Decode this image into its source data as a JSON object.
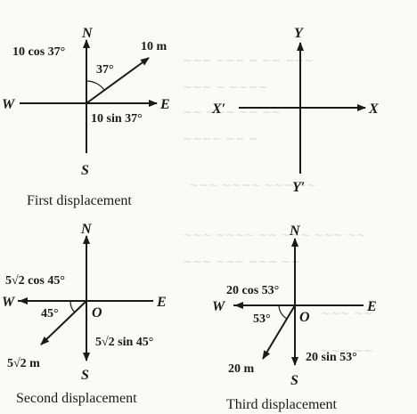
{
  "panels": {
    "first": {
      "caption": "First displacement",
      "north": "N",
      "south": "S",
      "east": "E",
      "west": "W",
      "vector_label": "10 m",
      "angle_label": "37°",
      "north_component": "10 cos 37°",
      "east_component": "10 sin 37°"
    },
    "axes": {
      "y_pos": "Y",
      "y_neg": "Y′",
      "x_pos": "X",
      "x_neg": "X′"
    },
    "second": {
      "caption": "Second displacement",
      "north": "N",
      "south": "S",
      "east": "E",
      "west": "W",
      "origin": "O",
      "angle_label": "45°",
      "west_component": "5√2 cos 45°",
      "south_component": "5√2 sin 45°",
      "vector_label": "5√2 m"
    },
    "third": {
      "caption": "Third displacement",
      "north": "N",
      "south": "S",
      "east": "E",
      "west": "W",
      "origin": "O",
      "angle_label": "53°",
      "west_component": "20 cos 53°",
      "south_component": "20 sin 53°",
      "vector_label": "20 m"
    }
  }
}
